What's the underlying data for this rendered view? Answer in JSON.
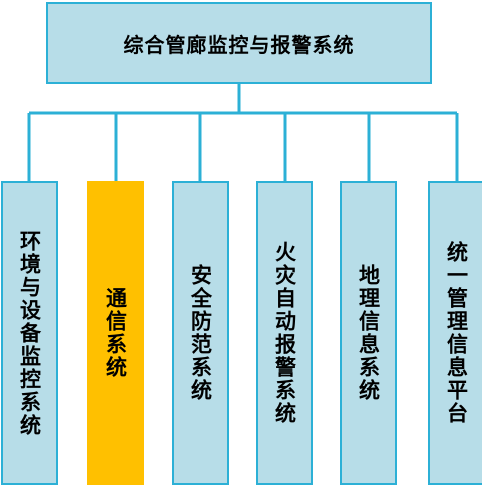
{
  "diagram": {
    "root": {
      "label": "综合管廊监控与报警系统"
    },
    "children": [
      {
        "id": "env",
        "label": "环境与设备监控系统",
        "highlighted": false
      },
      {
        "id": "comm",
        "label": "通信系统",
        "highlighted": true
      },
      {
        "id": "security",
        "label": "安全防范系统",
        "highlighted": false
      },
      {
        "id": "fire",
        "label": "火灾自动报警系统",
        "highlighted": false
      },
      {
        "id": "gis",
        "label": "地理信息系统",
        "highlighted": false
      },
      {
        "id": "platform",
        "label": "统一管理信息平台",
        "highlighted": false
      }
    ]
  },
  "colors": {
    "box_fill": "#b7dde8",
    "box_border": "#2cb0d6",
    "highlight_fill": "#ffc000",
    "connector": "#2cb0d6"
  }
}
